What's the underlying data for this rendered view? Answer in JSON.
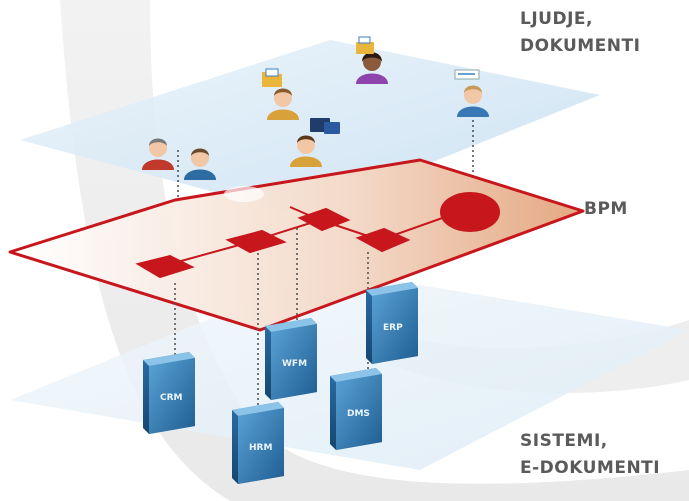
{
  "layers": {
    "people": {
      "line1": "LJUDJE,",
      "line2": "DOKUMENTI"
    },
    "bpm": {
      "label": "BPM"
    },
    "systems": {
      "line1": "SISTEMI,",
      "line2": "E-DOKUMENTI"
    }
  },
  "servers": [
    {
      "label": "CRM"
    },
    {
      "label": "HRM"
    },
    {
      "label": "WFM"
    },
    {
      "label": "DMS"
    },
    {
      "label": "ERP"
    }
  ],
  "colors": {
    "bpm_red": "#c8161d",
    "plane_blue": "#d7e9f5",
    "server_blue": "#3f87c0",
    "label_gray": "#5a5a5a"
  },
  "icons": [
    "person-icon",
    "folder-icon",
    "monitor-icon",
    "server-icon"
  ]
}
